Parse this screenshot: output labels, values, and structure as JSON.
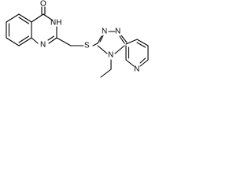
{
  "structure": {
    "labels": {
      "carbonyl_o": "O",
      "nh": "NH",
      "n3": "N",
      "sulfur": "S",
      "n_triazole_1": "N",
      "n_triazole_2": "N",
      "n_triazole_4": "N",
      "n_pyridine": "N"
    },
    "substituents": {
      "ethyl": "ethyl on triazole N4"
    }
  }
}
